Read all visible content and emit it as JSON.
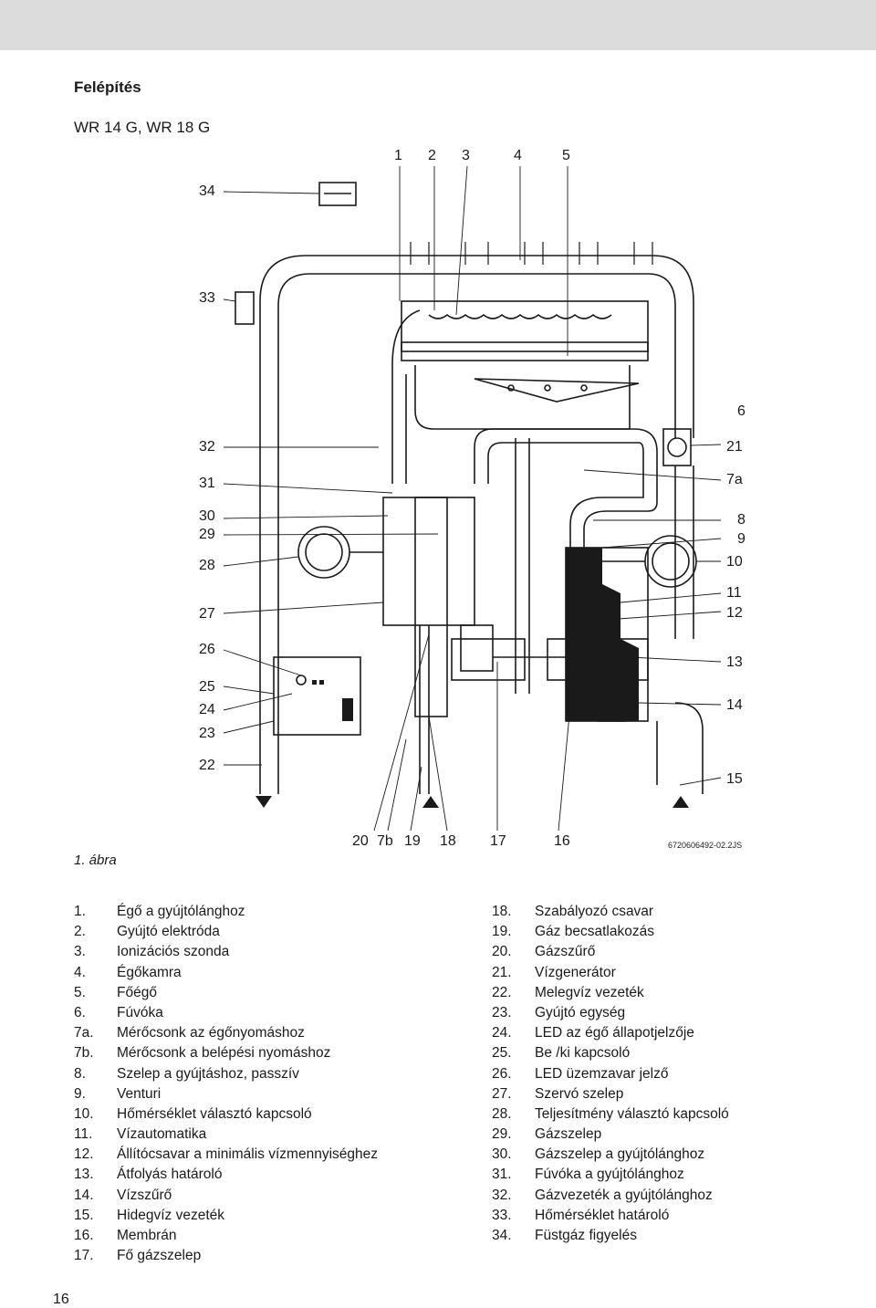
{
  "header": {
    "title": "Felépítés",
    "model": "WR 14 G, WR 18 G"
  },
  "figure": {
    "caption": "1. ábra",
    "drawing_code": "6720606492-02.2JS",
    "labels_top": [
      "1",
      "2",
      "3",
      "4",
      "5"
    ],
    "labels_left": [
      "34",
      "33",
      "32",
      "31",
      "30",
      "29",
      "28",
      "27",
      "26",
      "25",
      "24",
      "23",
      "22"
    ],
    "labels_right": [
      "6",
      "21",
      "7a",
      "8",
      "9",
      "10",
      "11",
      "12",
      "13",
      "14",
      "15"
    ],
    "labels_bottom": [
      "20",
      "7b",
      "19",
      "18",
      "17",
      "16"
    ]
  },
  "legend_left": [
    {
      "num": "1.",
      "text": "Égő a gyújtólánghoz"
    },
    {
      "num": "2.",
      "text": "Gyújtó elektróda"
    },
    {
      "num": "3.",
      "text": "Ionizációs szonda"
    },
    {
      "num": "4.",
      "text": "Égőkamra"
    },
    {
      "num": "5.",
      "text": "Főégő"
    },
    {
      "num": "6.",
      "text": "Fúvóka"
    },
    {
      "num": "7a.",
      "text": "Mérőcsonk az égőnyomáshoz"
    },
    {
      "num": "7b.",
      "text": "Mérőcsonk a belépési nyomáshoz"
    },
    {
      "num": "8.",
      "text": "Szelep a gyújtáshoz, passzív"
    },
    {
      "num": "9.",
      "text": "Venturi"
    },
    {
      "num": "10.",
      "text": "Hőmérséklet választó kapcsoló"
    },
    {
      "num": "11.",
      "text": "Vízautomatika"
    },
    {
      "num": "12.",
      "text": "Állítócsavar a minimális vízmennyiséghez"
    },
    {
      "num": "13.",
      "text": "Átfolyás határoló"
    },
    {
      "num": "14.",
      "text": "Vízszűrő"
    },
    {
      "num": "15.",
      "text": "Hidegvíz vezeték"
    },
    {
      "num": "16.",
      "text": "Membrán"
    },
    {
      "num": "17.",
      "text": "Fő gázszelep"
    }
  ],
  "legend_right": [
    {
      "num": "18.",
      "text": "Szabályozó csavar"
    },
    {
      "num": "19.",
      "text": "Gáz becsatlakozás"
    },
    {
      "num": "20.",
      "text": "Gázszűrő"
    },
    {
      "num": "21.",
      "text": "Vízgenerátor"
    },
    {
      "num": "22.",
      "text": "Melegvíz vezeték"
    },
    {
      "num": "23.",
      "text": "Gyújtó egység"
    },
    {
      "num": "24.",
      "text": "LED az égő állapotjelzője"
    },
    {
      "num": "25.",
      "text": "Be /ki kapcsoló"
    },
    {
      "num": "26.",
      "text": "LED üzemzavar jelző"
    },
    {
      "num": "27.",
      "text": "Szervó szelep"
    },
    {
      "num": "28.",
      "text": "Teljesítmény választó kapcsoló"
    },
    {
      "num": "29.",
      "text": "Gázszelep"
    },
    {
      "num": "30.",
      "text": "Gázszelep a gyújtólánghoz"
    },
    {
      "num": "31.",
      "text": "Fúvóka a gyújtólánghoz"
    },
    {
      "num": "32.",
      "text": "Gázvezeték a gyújtólánghoz"
    },
    {
      "num": "33.",
      "text": "Hőmérséklet határoló"
    },
    {
      "num": "34.",
      "text": "Füstgáz figyelés"
    }
  ],
  "footer": {
    "page_number": "16"
  }
}
